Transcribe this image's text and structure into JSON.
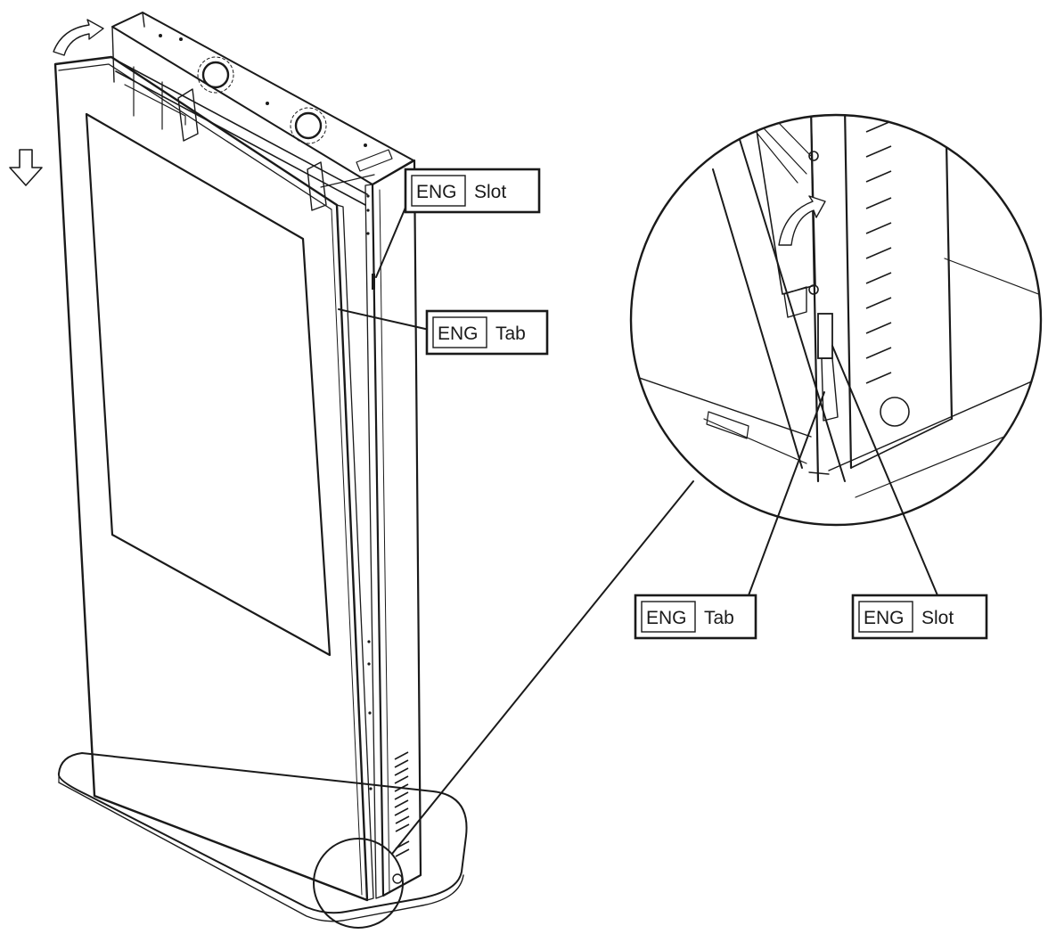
{
  "callouts": {
    "slot_top": {
      "code": "ENG",
      "word": "Slot"
    },
    "tab_top": {
      "code": "ENG",
      "word": "Tab"
    },
    "tab_detail": {
      "code": "ENG",
      "word": "Tab"
    },
    "slot_detail": {
      "code": "ENG",
      "word": "Slot"
    }
  },
  "icons": {
    "rotate_arrow": "curved-arrow-icon",
    "down_arrow": "down-arrow-icon",
    "detail_rotate_arrow": "curved-arrow-icon"
  }
}
